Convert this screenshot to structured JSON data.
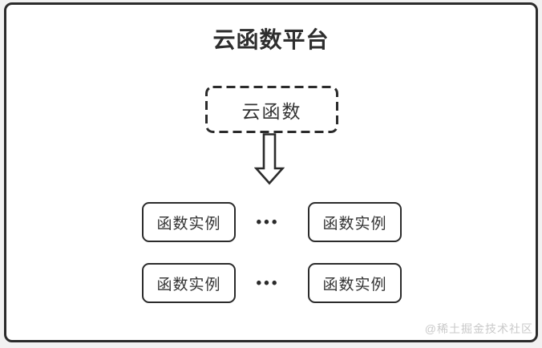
{
  "diagram": {
    "title": "云函数平台",
    "cloud_function_label": "云函数",
    "ellipsis": "•••",
    "instances": [
      "函数实例",
      "函数实例",
      "函数实例",
      "函数实例"
    ],
    "watermark": "@稀土掘金技术社区",
    "colors": {
      "stroke": "#2b2b2b",
      "text": "#333333",
      "canvas_bg": "#f2f2f2",
      "panel_bg": "#ffffff",
      "watermark_text": "#c9c9c9"
    }
  }
}
